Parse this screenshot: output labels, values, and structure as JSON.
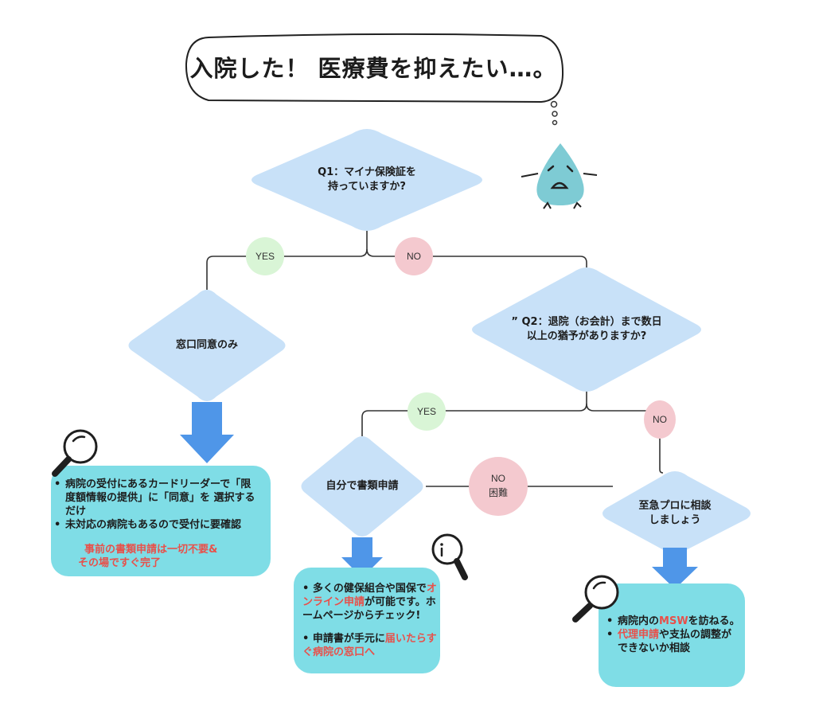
{
  "title": "入院した！ 医療費を抑えたい…。",
  "colors": {
    "diamond": "#c8e1f8",
    "result_box": "#7fdde6",
    "arrow": "#4f96e8",
    "yes_pill": "#d9f5d6",
    "no_pill": "#f4c9cf",
    "highlight": "#e8504a",
    "mascot": "#7ecbd4",
    "line": "#333333"
  },
  "mascot": {
    "icon": "worried-water-drop-icon"
  },
  "q1": {
    "text": "Q1：マイナ保険証を\n持っていますか?"
  },
  "q1_yes": "YES",
  "q1_no": "NO",
  "consent": {
    "text": "窓口同意のみ"
  },
  "q2": {
    "text": "” Q2：退院（お会計）まで数日\n以上の猶予がありますか?"
  },
  "q2_yes": "YES",
  "q2_no": "NO",
  "self_apply": {
    "text": "自分で書類申請"
  },
  "no_difficult": {
    "line1": "NO",
    "line2": "困難"
  },
  "consult_pro": {
    "text": "至急プロに相談\nしましょう"
  },
  "box_consent": {
    "bullets": [
      "病院の受付にあるカードリーダーで「限度額情報の提供」に「同意」を 選択するだけ",
      "未対応の病院もあるので受付に要確認"
    ],
    "note_line1": "事前の書類申請は一切不要&",
    "note_line2": "その場ですぐ完了"
  },
  "box_self": {
    "b1_pre": "多くの健保組合や国保で",
    "b1_red": "オンライン申請",
    "b1_post": "が可能です。ホームページからチェック!",
    "b2_pre": "申請書が手元に",
    "b2_red": "届いたらすぐ病院の窓口へ"
  },
  "box_pro": {
    "b1_pre": "病院内の",
    "b1_red": "MSW",
    "b1_post": "を訪ねる。",
    "b2_red": "代理申請",
    "b2_post": "や支払の調整ができないか相談"
  },
  "icons": [
    "magnifier-icon",
    "info-magnifier-icon",
    "arrow-down-icon"
  ]
}
